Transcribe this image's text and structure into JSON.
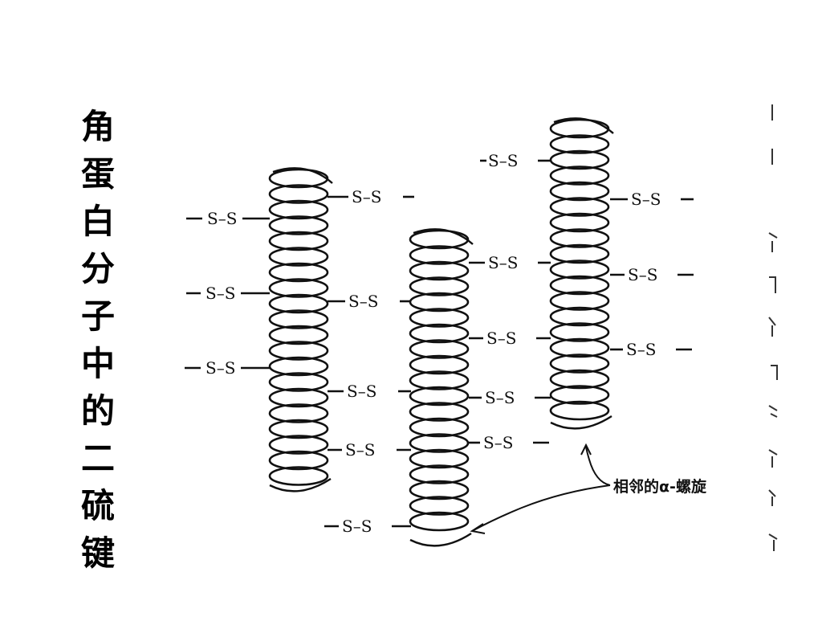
{
  "title": "角蛋白分子中的二硫键",
  "diagram": {
    "bond_label": "S–S",
    "helix_label": "相邻的α-螺旋"
  },
  "colors": {
    "ink": "#111111",
    "background": "#ffffff"
  }
}
